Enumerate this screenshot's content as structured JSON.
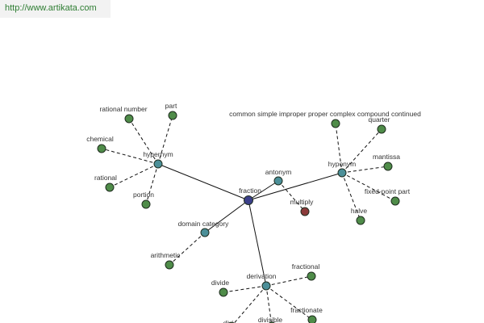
{
  "header": {
    "url": "http://www.artikata.com"
  },
  "colors": {
    "center": "#3b3f8a",
    "relation": "#4b8f98",
    "leaf": "#4f8c49",
    "highlight": "#8b3a3a"
  },
  "graph": {
    "center": {
      "label": "fraction"
    },
    "hubs": [
      {
        "key": "hypernym",
        "label": "hypernym",
        "leaves": [
          "rational number",
          "part",
          "chemical",
          "rational",
          "portion"
        ]
      },
      {
        "key": "hyponym",
        "label": "hyponym",
        "leaves": [
          "common simple improper proper complex compound continued",
          "quarter",
          "mantissa",
          "fixed-point part",
          "halve"
        ]
      },
      {
        "key": "antonym",
        "label": "antonym",
        "leaves": [
          "multiply"
        ]
      },
      {
        "key": "domain",
        "label": "domain category",
        "leaves": [
          "arithmetic"
        ]
      },
      {
        "key": "derivation",
        "label": "derivation",
        "leaves": [
          "divide",
          "fractional",
          "fractionate",
          "divisible",
          "divi"
        ]
      }
    ]
  }
}
